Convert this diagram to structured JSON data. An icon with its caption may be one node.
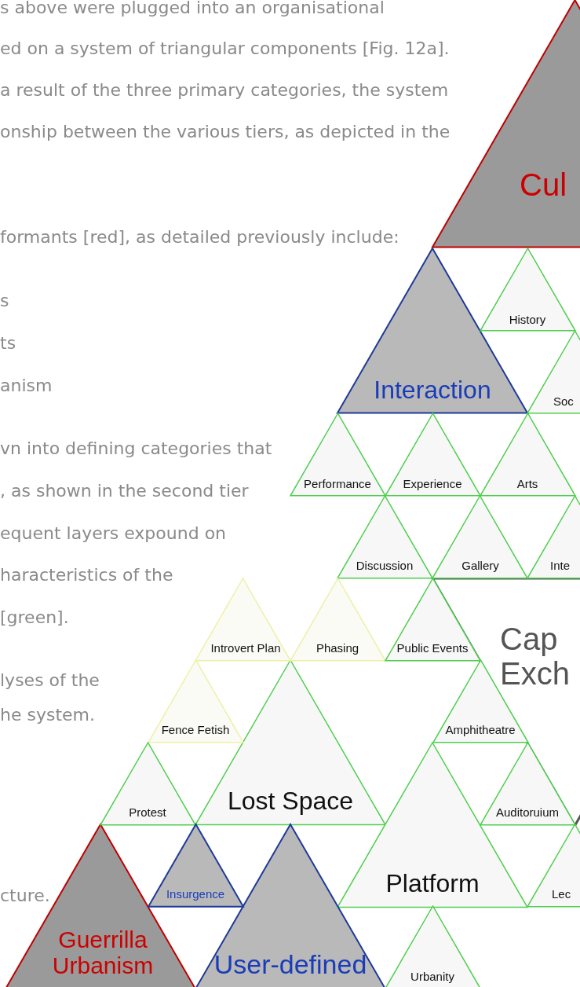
{
  "diagram": {
    "nodes": [
      {
        "text": [
          "Cul"
        ]
      },
      {
        "text": [
          "Interaction"
        ]
      },
      {
        "text": [
          "History"
        ]
      },
      {
        "text": [
          "Soc"
        ]
      },
      {
        "text": [
          "Performance"
        ]
      },
      {
        "text": [
          "Experience"
        ]
      },
      {
        "text": [
          "Arts"
        ]
      },
      {
        "text": [
          "Discussion"
        ]
      },
      {
        "text": [
          "Gallery"
        ]
      },
      {
        "text": [
          "Inte"
        ]
      },
      {
        "text": [
          "Cap Exch"
        ]
      },
      {
        "text": [
          "Introvert Plan"
        ]
      },
      {
        "text": [
          "Phasing"
        ]
      },
      {
        "text": [
          "Public Events"
        ]
      },
      {
        "text": [
          "Fence Fetish"
        ]
      },
      {
        "text": [
          "Lost Space"
        ]
      },
      {
        "text": [
          "Amphitheatre"
        ]
      },
      {
        "text": [
          "Protest"
        ]
      },
      {
        "text": [
          "Auditoruium"
        ]
      },
      {
        "text": [
          "Platform"
        ]
      },
      {
        "text": [
          "Guerrilla Urbanism"
        ]
      },
      {
        "text": [
          "Insurgence"
        ]
      },
      {
        "text": [
          "User-defined"
        ]
      },
      {
        "text": [
          "Lec"
        ]
      },
      {
        "text": [
          "Urbanity"
        ]
      }
    ],
    "labels": [
      "s above were plugged into an organisational",
      "ed on a system of triangular components [Fig. 12a].",
      "a result of the three primary categories, the system",
      "onship between the various tiers, as depicted in the",
      "formants [red], as detailed previously include:",
      "s",
      "ts",
      "anism",
      "vn into defining categories that",
      ", as shown in the second tier",
      "equent layers expound on",
      "haracteristics of the",
      "[green].",
      "lyses of the",
      "he system.",
      "cture."
    ]
  }
}
